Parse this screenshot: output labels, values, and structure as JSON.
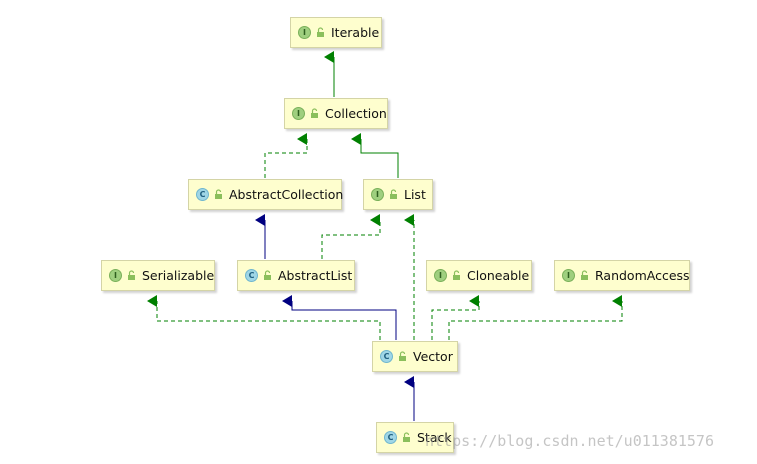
{
  "nodes": {
    "iterable": {
      "label": "Iterable",
      "kind": "I"
    },
    "collection": {
      "label": "Collection",
      "kind": "I"
    },
    "abstract_collection": {
      "label": "AbstractCollection",
      "kind": "C"
    },
    "list": {
      "label": "List",
      "kind": "I"
    },
    "serializable": {
      "label": "Serializable",
      "kind": "I"
    },
    "abstract_list": {
      "label": "AbstractList",
      "kind": "C"
    },
    "cloneable": {
      "label": "Cloneable",
      "kind": "I"
    },
    "random_access": {
      "label": "RandomAccess",
      "kind": "I"
    },
    "vector": {
      "label": "Vector",
      "kind": "C"
    },
    "stack": {
      "label": "Stack",
      "kind": "C"
    }
  },
  "edges": [
    {
      "from": "collection",
      "to": "iterable",
      "type": "extends-interface"
    },
    {
      "from": "abstract_collection",
      "to": "collection",
      "type": "implements"
    },
    {
      "from": "list",
      "to": "collection",
      "type": "extends-interface"
    },
    {
      "from": "abstract_list",
      "to": "abstract_collection",
      "type": "extends-class"
    },
    {
      "from": "abstract_list",
      "to": "list",
      "type": "implements"
    },
    {
      "from": "vector",
      "to": "serializable",
      "type": "implements"
    },
    {
      "from": "vector",
      "to": "abstract_list",
      "type": "extends-class"
    },
    {
      "from": "vector",
      "to": "list",
      "type": "implements"
    },
    {
      "from": "vector",
      "to": "cloneable",
      "type": "implements"
    },
    {
      "from": "vector",
      "to": "random_access",
      "type": "implements"
    },
    {
      "from": "stack",
      "to": "vector",
      "type": "extends-class"
    }
  ],
  "colors": {
    "interface_link": "#008000",
    "class_link": "#000080",
    "node_fill": "#fefece",
    "node_border": "#d4d4a6"
  },
  "watermark": "https://blog.csdn.net/u011381576"
}
